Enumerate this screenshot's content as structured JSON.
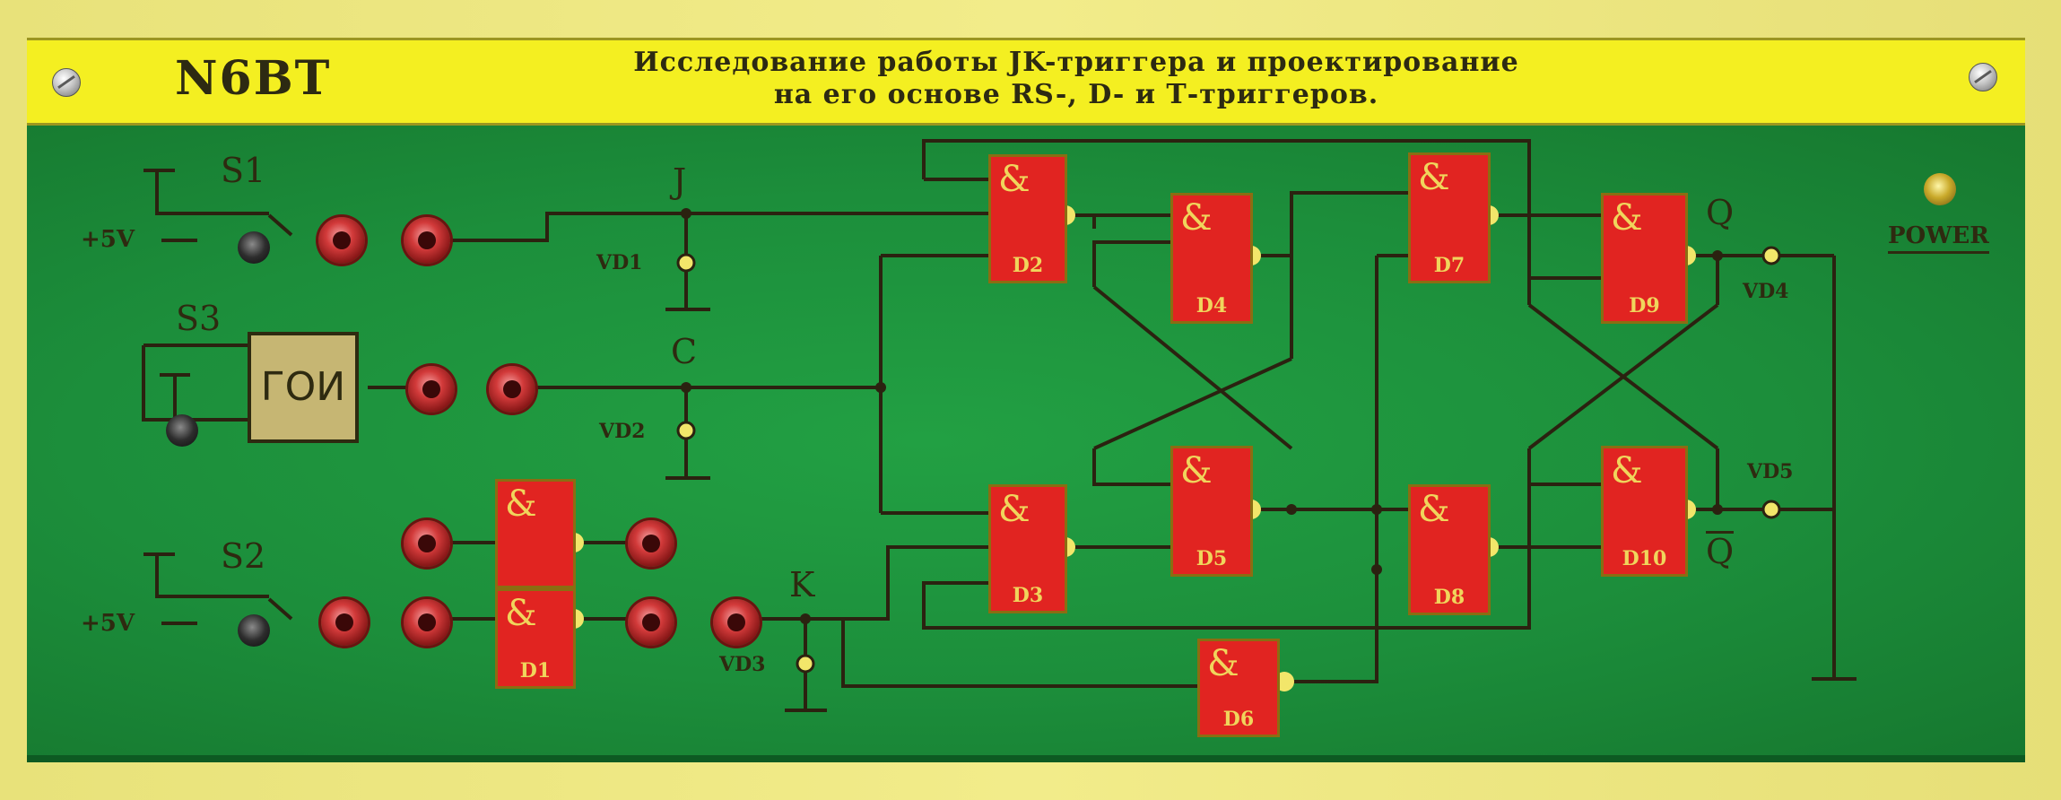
{
  "header": {
    "panel_id": "N6BT",
    "title_line1": "Исследование работы JK-триггера и проектирование",
    "title_line2": "на его основе RS-, D- и Т-триггеров."
  },
  "switches": {
    "s1": "S1",
    "s2": "S2",
    "s3": "S3",
    "supply_top": "+5V",
    "supply_bottom": "+5V"
  },
  "generator": {
    "label": "ГОИ"
  },
  "inputs": {
    "j": "J",
    "c": "C",
    "k": "K"
  },
  "outputs": {
    "q": "Q",
    "q_bar": "Q"
  },
  "leds": {
    "vd1": "VD1",
    "vd2": "VD2",
    "vd3": "VD3",
    "vd4": "VD4",
    "vd5": "VD5"
  },
  "gates": {
    "d1": "D1",
    "d2": "D2",
    "d3": "D3",
    "d4": "D4",
    "d5": "D5",
    "d6": "D6",
    "d7": "D7",
    "d8": "D8",
    "d9": "D9",
    "d10": "D10",
    "symbol": "&"
  },
  "power": {
    "label": "POWER"
  },
  "colors": {
    "board_green": "#1d8f3a",
    "header_yellow": "#f4ef21",
    "gate_red": "#e12421",
    "trace": "#2b2210",
    "led_yellow": "#f2e66a"
  }
}
